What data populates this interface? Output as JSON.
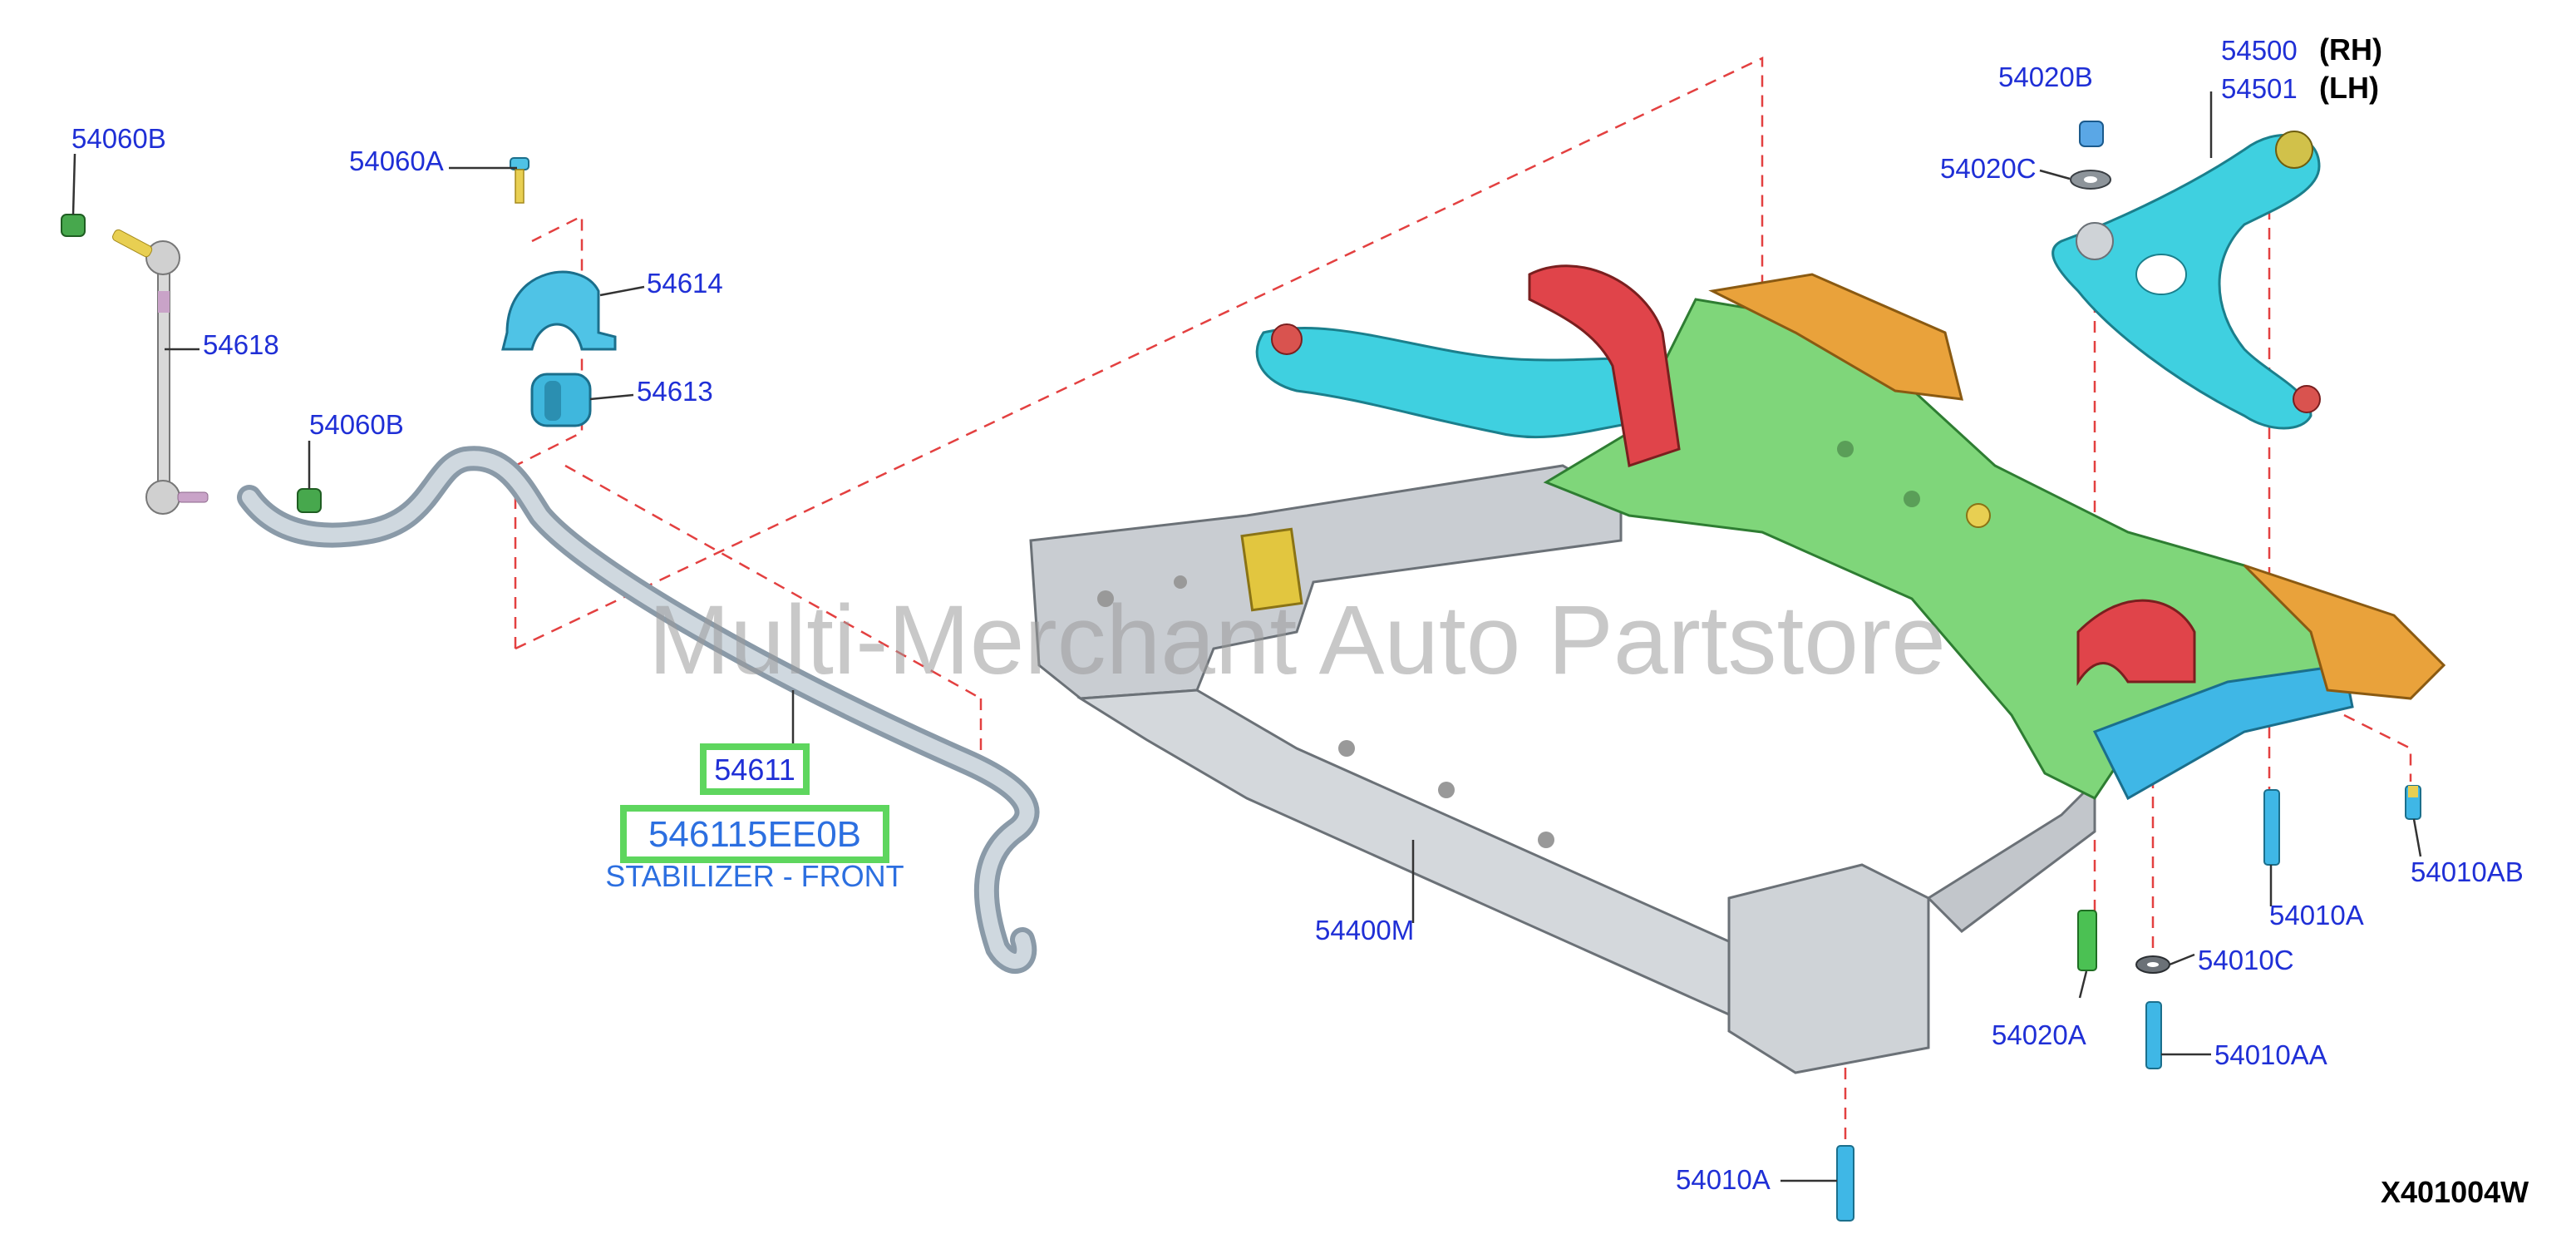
{
  "diagram_code": "X401004W",
  "watermark": "Multi-Merchant Auto Partstore",
  "highlighted_part": {
    "ref": "54611",
    "part_number": "546115EE0B",
    "description": "STABILIZER - FRONT"
  },
  "labels": {
    "l54060B_top": "54060B",
    "l54060A": "54060A",
    "l54614": "54614",
    "l54618": "54618",
    "l54613": "54613",
    "l54060B_mid": "54060B",
    "l54020B": "54020B",
    "l54020C": "54020C",
    "l54500": "54500",
    "l54501": "54501",
    "l54500_side": "(RH)",
    "l54501_side": "(LH)",
    "l54400M": "54400M",
    "l54020A": "54020A",
    "l54010C": "54010C",
    "l54010AA": "54010AA",
    "l54010A_right": "54010A",
    "l54010AB": "54010AB",
    "l54010A_bottom": "54010A"
  },
  "colors": {
    "label_blue": "#1f2fd6",
    "highlight_green": "#5ed65e",
    "arm_cyan": "#3fd0e0",
    "crossmember_green": "#7fd67a",
    "frame_gray": "#c9cdd2",
    "bracket_red": "#e0444a",
    "bracket_orange": "#e9a23b",
    "guide_red": "#e34040"
  }
}
